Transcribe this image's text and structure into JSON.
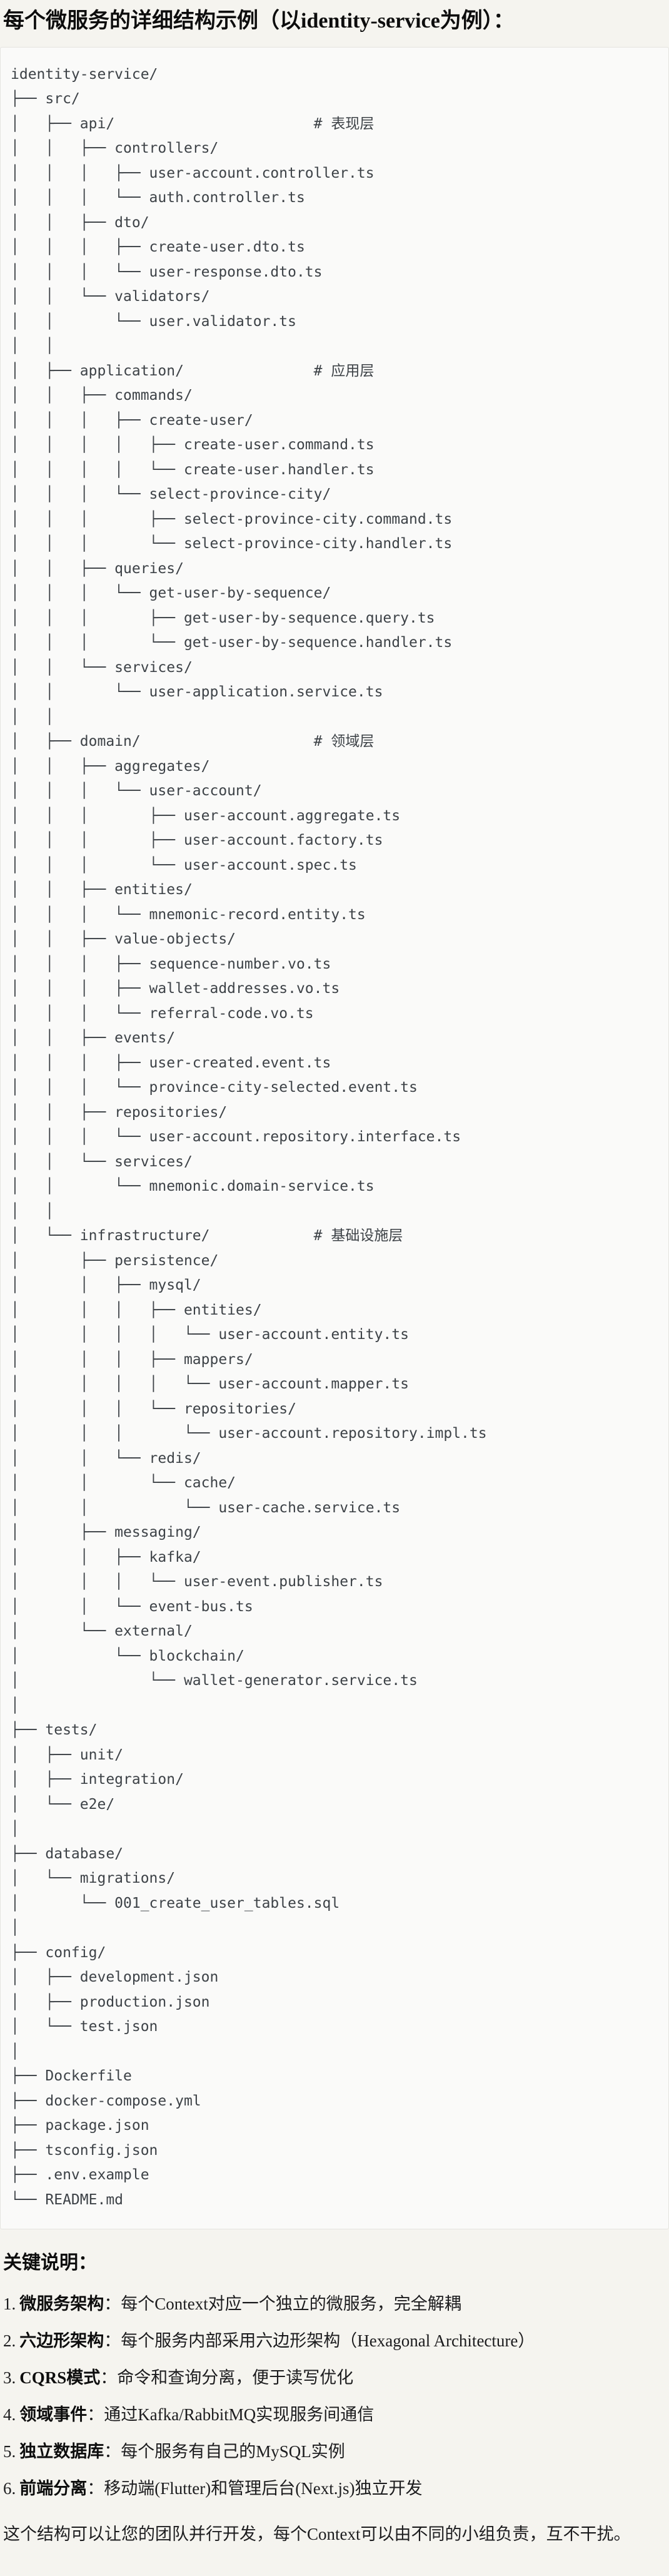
{
  "page": {
    "title": "每个微服务的详细结构示例（以identity-service为例）："
  },
  "colors": {
    "page_bg": "#f5f4ef",
    "code_bg": "#fafaf9",
    "code_border": "#e5e4e0",
    "tree_text": "#3d4247"
  },
  "tree": {
    "lines": [
      "identity-service/",
      "├── src/",
      "│   ├── api/                       # 表现层",
      "│   │   ├── controllers/",
      "│   │   │   ├── user-account.controller.ts",
      "│   │   │   └── auth.controller.ts",
      "│   │   ├── dto/",
      "│   │   │   ├── create-user.dto.ts",
      "│   │   │   └── user-response.dto.ts",
      "│   │   └── validators/",
      "│   │       └── user.validator.ts",
      "│   │",
      "│   ├── application/               # 应用层",
      "│   │   ├── commands/",
      "│   │   │   ├── create-user/",
      "│   │   │   │   ├── create-user.command.ts",
      "│   │   │   │   └── create-user.handler.ts",
      "│   │   │   └── select-province-city/",
      "│   │   │       ├── select-province-city.command.ts",
      "│   │   │       └── select-province-city.handler.ts",
      "│   │   ├── queries/",
      "│   │   │   └── get-user-by-sequence/",
      "│   │   │       ├── get-user-by-sequence.query.ts",
      "│   │   │       └── get-user-by-sequence.handler.ts",
      "│   │   └── services/",
      "│   │       └── user-application.service.ts",
      "│   │",
      "│   ├── domain/                    # 领域层",
      "│   │   ├── aggregates/",
      "│   │   │   └── user-account/",
      "│   │   │       ├── user-account.aggregate.ts",
      "│   │   │       ├── user-account.factory.ts",
      "│   │   │       └── user-account.spec.ts",
      "│   │   ├── entities/",
      "│   │   │   └── mnemonic-record.entity.ts",
      "│   │   ├── value-objects/",
      "│   │   │   ├── sequence-number.vo.ts",
      "│   │   │   ├── wallet-addresses.vo.ts",
      "│   │   │   └── referral-code.vo.ts",
      "│   │   ├── events/",
      "│   │   │   ├── user-created.event.ts",
      "│   │   │   └── province-city-selected.event.ts",
      "│   │   ├── repositories/",
      "│   │   │   └── user-account.repository.interface.ts",
      "│   │   └── services/",
      "│   │       └── mnemonic.domain-service.ts",
      "│   │",
      "│   └── infrastructure/            # 基础设施层",
      "│       ├── persistence/",
      "│       │   ├── mysql/",
      "│       │   │   ├── entities/",
      "│       │   │   │   └── user-account.entity.ts",
      "│       │   │   ├── mappers/",
      "│       │   │   │   └── user-account.mapper.ts",
      "│       │   │   └── repositories/",
      "│       │   │       └── user-account.repository.impl.ts",
      "│       │   └── redis/",
      "│       │       └── cache/",
      "│       │           └── user-cache.service.ts",
      "│       ├── messaging/",
      "│       │   ├── kafka/",
      "│       │   │   └── user-event.publisher.ts",
      "│       │   └── event-bus.ts",
      "│       └── external/",
      "│           └── blockchain/",
      "│               └── wallet-generator.service.ts",
      "│",
      "├── tests/",
      "│   ├── unit/",
      "│   ├── integration/",
      "│   └── e2e/",
      "│",
      "├── database/",
      "│   └── migrations/",
      "│       └── 001_create_user_tables.sql",
      "│",
      "├── config/",
      "│   ├── development.json",
      "│   ├── production.json",
      "│   └── test.json",
      "│",
      "├── Dockerfile",
      "├── docker-compose.yml",
      "├── package.json",
      "├── tsconfig.json",
      "├── .env.example",
      "└── README.md"
    ]
  },
  "notes": {
    "heading": "关键说明：",
    "items": [
      {
        "num": "1.",
        "term": "微服务架构",
        "desc": "：每个Context对应一个独立的微服务，完全解耦"
      },
      {
        "num": "2.",
        "term": "六边形架构",
        "desc": "：每个服务内部采用六边形架构（Hexagonal Architecture）"
      },
      {
        "num": "3.",
        "term": "CQRS模式",
        "desc": "：命令和查询分离，便于读写优化"
      },
      {
        "num": "4.",
        "term": "领域事件",
        "desc": "：通过Kafka/RabbitMQ实现服务间通信"
      },
      {
        "num": "5.",
        "term": "独立数据库",
        "desc": "：每个服务有自己的MySQL实例"
      },
      {
        "num": "6.",
        "term": "前端分离",
        "desc": "：移动端(Flutter)和管理后台(Next.js)独立开发"
      }
    ],
    "closing": "这个结构可以让您的团队并行开发，每个Context可以由不同的小组负责，互不干扰。"
  }
}
